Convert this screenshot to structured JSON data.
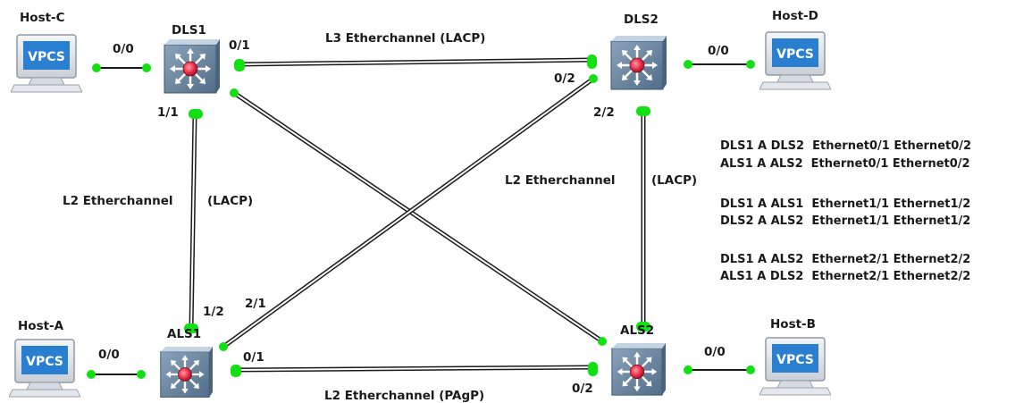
{
  "devices": {
    "dls1": "DLS1",
    "dls2": "DLS2",
    "als1": "ALS1",
    "als2": "ALS2",
    "host_a": "Host-A",
    "host_b": "Host-B",
    "host_c": "Host-C",
    "host_d": "Host-D",
    "vpcs": "VPCS"
  },
  "ports": {
    "hc_dls1": "0/0",
    "dls1_top": "0/1",
    "dls1_down": "1/1",
    "dls2_left": "0/2",
    "dls2_down": "2/2",
    "hd_dls2": "0/0",
    "ha_als1": "0/0",
    "als1_up": "1/2",
    "als1_diag": "2/1",
    "als1_right": "0/1",
    "als2_left": "0/2",
    "hb_als2": "0/0"
  },
  "links": {
    "top": "L3 Etherchannel (LACP)",
    "left_a": "L2 Etherchannel",
    "left_b": "(LACP)",
    "right_a": "L2 Etherchannel",
    "right_b": "(LACP)",
    "bottom": "L2 Etherchannel (PAgP)"
  },
  "notes": [
    "DLS1 A DLS2  Ethernet0/1 Ethernet0/2",
    "ALS1 A ALS2  Ethernet0/1 Ethernet0/2",
    "DLS1 A ALS1  Ethernet1/1 Ethernet1/2",
    "DLS2 A ALS2  Ethernet1/1 Ethernet1/2",
    "DLS1 A ALS2  Ethernet2/1 Ethernet2/2",
    "ALS1 A DLS2  Ethernet2/1 Ethernet2/2"
  ],
  "colors": {
    "link_up": "#12e012",
    "switch_body": "#6f8aa6",
    "switch_center": "#e8324a",
    "vpcs_screen": "#2a7fd0"
  }
}
